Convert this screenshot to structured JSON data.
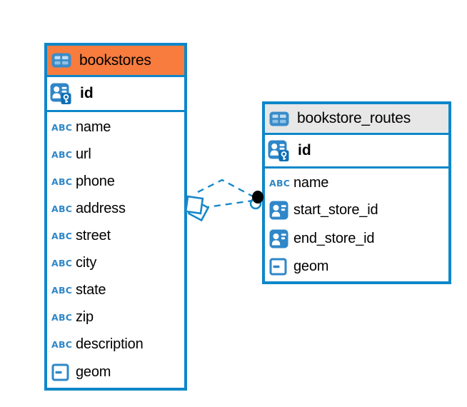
{
  "diagram": {
    "icons": {
      "text_type_label": "ABC"
    },
    "colors": {
      "accent_blue": "#0E87CA",
      "line_blue": "#1789CA",
      "icon_blue": "#2F87C8",
      "header_orange": "#F77C3E",
      "header_gray": "#E7E7E7",
      "text": "#000000",
      "dot_marker": "#000000"
    },
    "tables": [
      {
        "name": "bookstores",
        "header_color": "#F77C3E",
        "columns": [
          {
            "name": "id",
            "type": "primary-key"
          },
          {
            "name": "name",
            "type": "text"
          },
          {
            "name": "url",
            "type": "text"
          },
          {
            "name": "phone",
            "type": "text"
          },
          {
            "name": "address",
            "type": "text"
          },
          {
            "name": "street",
            "type": "text"
          },
          {
            "name": "city",
            "type": "text"
          },
          {
            "name": "state",
            "type": "text"
          },
          {
            "name": "zip",
            "type": "text"
          },
          {
            "name": "description",
            "type": "text"
          },
          {
            "name": "geom",
            "type": "geometry"
          }
        ]
      },
      {
        "name": "bookstore_routes",
        "header_color": "#E7E7E7",
        "columns": [
          {
            "name": "id",
            "type": "primary-key"
          },
          {
            "name": "name",
            "type": "text"
          },
          {
            "name": "start_store_id",
            "type": "reference"
          },
          {
            "name": "end_store_id",
            "type": "reference"
          },
          {
            "name": "geom",
            "type": "geometry"
          }
        ]
      }
    ],
    "relationships": [
      {
        "style": "dashed",
        "from_table": "bookstores",
        "to_table": "bookstore_routes",
        "from_marker": "diamond",
        "to_marker": "filled-dot"
      },
      {
        "style": "dashed",
        "from_table": "bookstores",
        "to_table": "bookstore_routes",
        "from_marker": "diamond",
        "to_marker": "filled-dot"
      }
    ]
  }
}
